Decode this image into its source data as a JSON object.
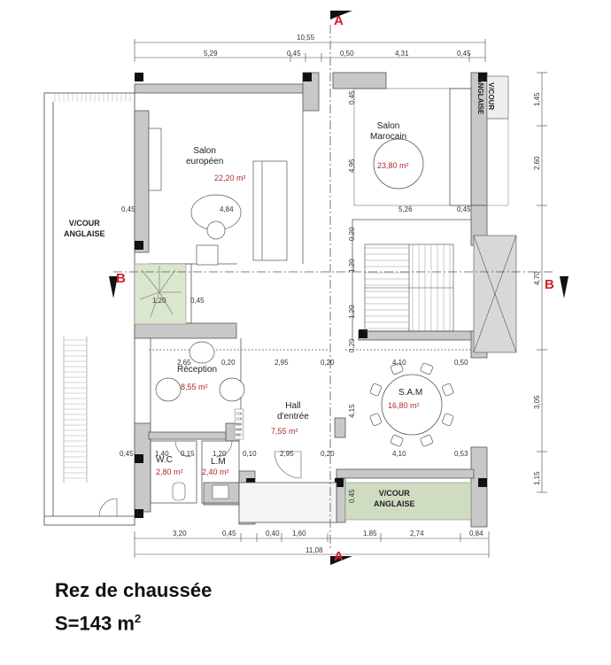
{
  "title": {
    "line1": "Rez de chaussée",
    "line2_prefix": "S=143 m",
    "line2_sup": "2"
  },
  "section_marks": {
    "top": "A",
    "bottom": "A",
    "left": "B",
    "right": "B"
  },
  "rooms": {
    "salon_europeen": {
      "name": "Salon\neuropéen",
      "area": "22,20 m²"
    },
    "salon_marocain": {
      "name": "Salon\nMarocain",
      "area": "23,80 m²"
    },
    "vcour_left": {
      "name": "V/COUR\nANGLAISE"
    },
    "vcour_top_right": {
      "name": "V/COUR\nANGLAISE"
    },
    "vcour_bottom": {
      "name": "V/COUR\nANGLAISE"
    },
    "reception": {
      "name": "Réception",
      "area": "8,55 m²"
    },
    "sam": {
      "name": "S.A.M",
      "area": "16,80 m²"
    },
    "hall": {
      "name": "Hall\nd'entrée",
      "area": "7,55 m²"
    },
    "wc": {
      "name": "W.C",
      "area": "2,80 m²"
    },
    "lm": {
      "name": "L.M",
      "area": "2,40 m²"
    }
  },
  "dimensions": {
    "top_total": "10,55",
    "top_row": [
      "5,29",
      "0,45",
      "0,50",
      "4,31",
      "0,45"
    ],
    "bottom_total": "11,08",
    "bottom_row": [
      "3,20",
      "0,45",
      "0,40",
      "1,60",
      "1,85",
      "2,74",
      "0,84"
    ],
    "right_col": [
      "1,45",
      "2,60",
      "4,70",
      "3,05",
      "1,15"
    ],
    "row_0_45_4_84": [
      "0,45",
      "4,84"
    ],
    "row_5_26": [
      "5,26",
      "0,45"
    ],
    "row_1_20_0_45": [
      "1,20",
      "0,45"
    ],
    "row_265": [
      "2,65",
      "0,20",
      "2,95",
      "0,20",
      "4,10",
      "0,50"
    ],
    "row_bottom": [
      "0,45",
      "1,40",
      "0,15",
      "1,20",
      "0,10",
      "2,95",
      "0,20",
      "4,10",
      "0,53"
    ],
    "inner_vertical": [
      "0,45",
      "4,95",
      "0,20",
      "1,20",
      "1,20",
      "0,20",
      "4,15",
      "0,45"
    ]
  }
}
